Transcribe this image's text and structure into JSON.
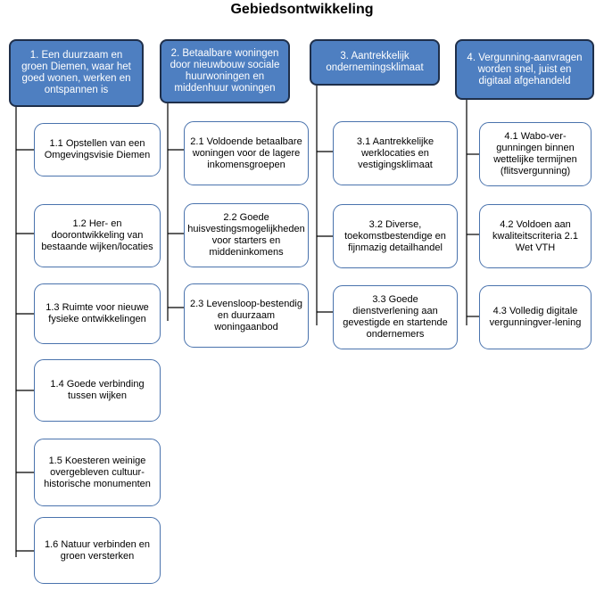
{
  "title": "Gebiedsontwikkeling",
  "colors": {
    "header_fill": "#4e7fc1",
    "header_border": "#1f2f4a",
    "child_border": "#4a73ad",
    "connector": "#000000"
  },
  "columns": [
    {
      "heading": "1. Een duurzaam en groen Diemen, waar het goed wonen, werken en ontspannen is",
      "items": [
        "1.1 Opstellen van een Omgevingsvisie Diemen",
        "1.2 Her- en doorontwikkeling van bestaande wijken/locaties",
        "1.3 Ruimte voor nieuwe fysieke ontwikkelingen",
        "1.4 Goede verbinding tussen wijken",
        "1.5 Koesteren weinige overgebleven cultuur-historische monumenten",
        "1.6 Natuur verbinden en groen versterken"
      ]
    },
    {
      "heading": "2. Betaalbare woningen door nieuwbouw sociale huurwoningen en middenhuur woningen",
      "items": [
        "2.1 Voldoende betaalbare woningen voor de lagere inkomensgroepen",
        "2.2 Goede huisvestingsmogelijkheden voor starters en middeninkomens",
        "2.3 Levensloop-bestendig en duurzaam woningaanbod"
      ]
    },
    {
      "heading": "3. Aantrekkelijk ondernemingsklimaat",
      "items": [
        "3.1 Aantrekkelijke werklocaties en vestigingsklimaat",
        "3.2 Diverse, toekomstbestendige en fijnmazig detailhandel",
        "3.3 Goede dienstverlening aan gevestigde en startende ondernemers"
      ]
    },
    {
      "heading": "4. Vergunning-aanvragen worden snel, juist en digitaal afgehandeld",
      "items": [
        "4.1 Wabo-ver-gunningen binnen wettelijke termijnen (flitsvergunning)",
        "4.2 Voldoen aan kwaliteitscriteria 2.1 Wet VTH",
        "4.3 Volledig digitale vergunningver-lening"
      ]
    }
  ]
}
